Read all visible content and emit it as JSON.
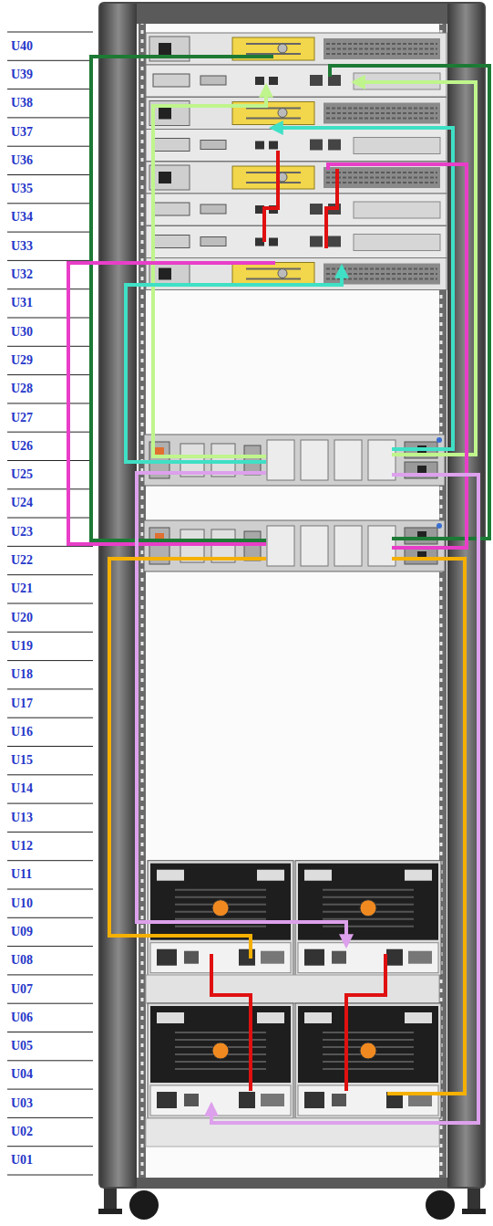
{
  "diagram": {
    "labels": [
      "U40",
      "U39",
      "U38",
      "U37",
      "U36",
      "U35",
      "U34",
      "U33",
      "U32",
      "U31",
      "U30",
      "U29",
      "U28",
      "U27",
      "U26",
      "U25",
      "U24",
      "U23",
      "U22",
      "U21",
      "U20",
      "U19",
      "U18",
      "U17",
      "U16",
      "U15",
      "U14",
      "U13",
      "U12",
      "U11",
      "U10",
      "U09",
      "U08",
      "U07",
      "U06",
      "U05",
      "U04",
      "U03",
      "U02",
      "U01"
    ]
  }
}
